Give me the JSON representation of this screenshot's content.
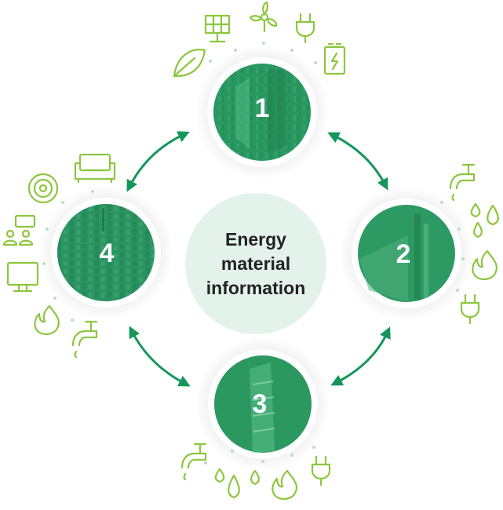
{
  "colors": {
    "accent": "#15965a",
    "icon": "#8dc63f",
    "circle_fill": "#27955f",
    "center_fill": "#e3f3ec",
    "ring": "#ffffff"
  },
  "center": {
    "line1": "Energy",
    "line2": "material",
    "line3": "information"
  },
  "stages": [
    {
      "number": "1",
      "icons": [
        "leaf-icon",
        "solar-panel-icon",
        "wind-turbine-icon",
        "plug-icon",
        "battery-icon"
      ]
    },
    {
      "number": "2",
      "icons": [
        "faucet-icon",
        "water-drops-icon",
        "flame-icon",
        "plug-icon"
      ]
    },
    {
      "number": "3",
      "icons": [
        "faucet-icon",
        "water-drops-icon",
        "water-drop-icon",
        "flame-icon",
        "plug-icon"
      ]
    },
    {
      "number": "4",
      "icons": [
        "sofa-icon",
        "target-icon",
        "people-icon",
        "monitor-icon",
        "flame-icon",
        "faucet-icon"
      ]
    }
  ],
  "arrows": [
    "1-2",
    "2-3",
    "3-4",
    "4-1"
  ]
}
